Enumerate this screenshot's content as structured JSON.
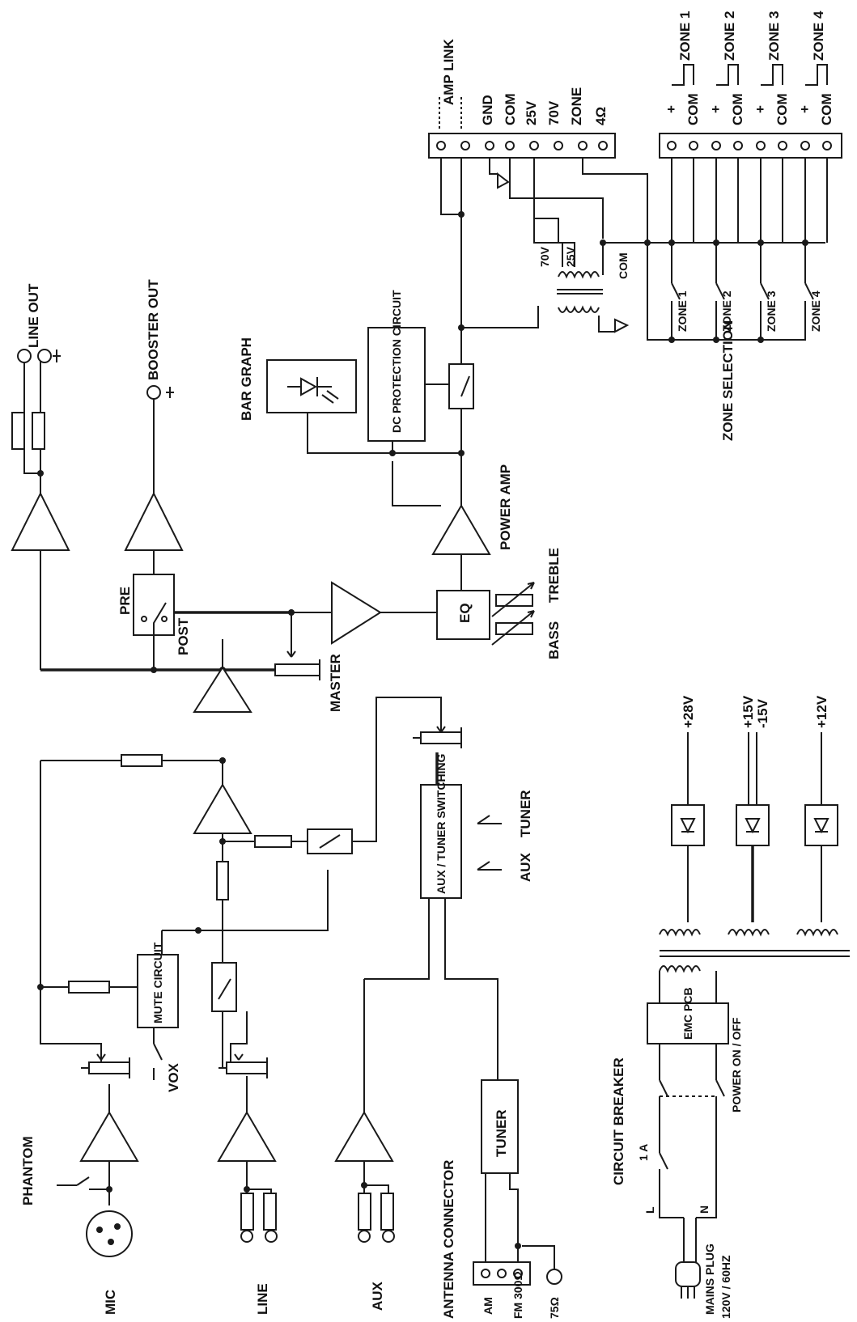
{
  "labels": {
    "line_out": "LINE OUT",
    "booster_out": "BOOSTER OUT",
    "bar_graph": "BAR GRAPH",
    "dc_protection": "DC PROTECTION CIRCUIT",
    "pre": "PRE",
    "post": "POST",
    "master": "MASTER",
    "eq": "EQ",
    "treble": "TREBLE",
    "bass": "BASS",
    "power_amp": "POWER AMP",
    "amp_link": "AMP LINK",
    "gnd": "GND",
    "com": "COM",
    "v25": "25V",
    "v70": "70V",
    "zone": "ZONE",
    "ohm4": "4Ω",
    "zone1": "ZONE 1",
    "zone2": "ZONE 2",
    "zone3": "ZONE 3",
    "zone4": "ZONE 4",
    "plus": "+",
    "zone_selection": "ZONE SELECTION",
    "phantom": "PHANTOM",
    "mic": "MIC",
    "vox": "VOX",
    "mute_circuit": "MUTE CIRCUIT",
    "line": "LINE",
    "aux": "AUX",
    "aux_tuner_switching": "AUX / TUNER SWITCHING",
    "tuner": "TUNER",
    "antenna_connector": "ANTENNA CONNECTOR",
    "am": "AM",
    "fm": "FM 300Ω",
    "ohm75": "75Ω",
    "circuit_breaker": "CIRCUIT BREAKER",
    "one_a": "1 A",
    "l": "L",
    "n": "N",
    "mains_plug": "MAINS PLUG",
    "mains_spec": "120V / 60HZ",
    "power_onoff": "POWER ON / OFF",
    "emc_pcb": "EMC PCB",
    "v28": "+28V",
    "v15": "+15V",
    "vneg15": "-15V",
    "v12": "+12V",
    "tap70": "70V",
    "tap25": "25V",
    "tapcom": "COM"
  }
}
